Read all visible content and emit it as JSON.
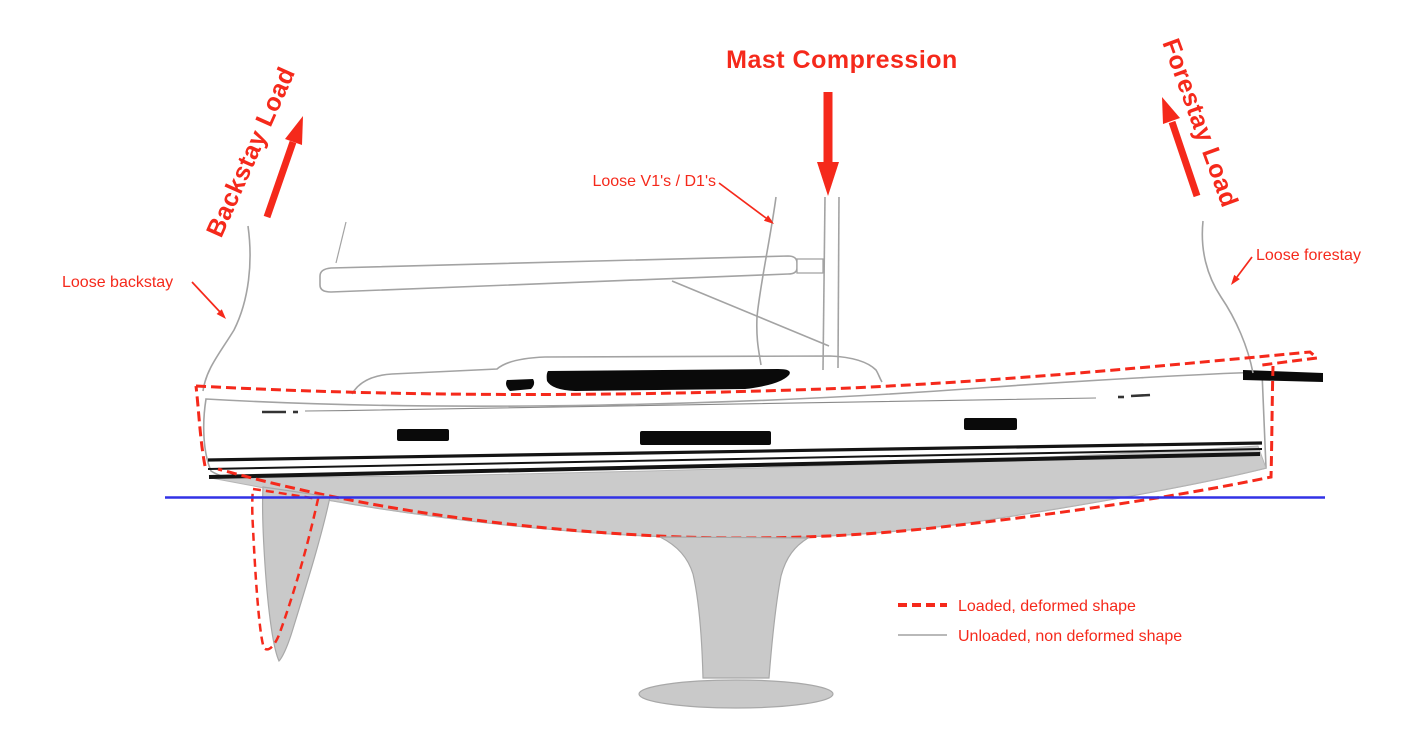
{
  "diagram": {
    "labels": {
      "backstay_load": "Backstay Load",
      "mast_compression": "Mast Compression",
      "forestay_load": "Forestay Load",
      "loose_v1_d1": "Loose V1's / D1's",
      "loose_backstay": "Loose backstay",
      "loose_forestay": "Loose forestay"
    },
    "legend": {
      "items": [
        {
          "label": "Loaded, deformed shape",
          "line_style": "dashed",
          "color": "#f5291b"
        },
        {
          "label": "Unloaded, non deformed shape",
          "line_style": "solid",
          "color": "#b9b9b9"
        }
      ]
    },
    "colors": {
      "load_red": "#f5291b",
      "waterline_blue": "#3232e6",
      "outline_gray": "#a3a3a3",
      "underbody_gray": "#cbcbcb",
      "window_black": "#0a0a0a"
    }
  }
}
